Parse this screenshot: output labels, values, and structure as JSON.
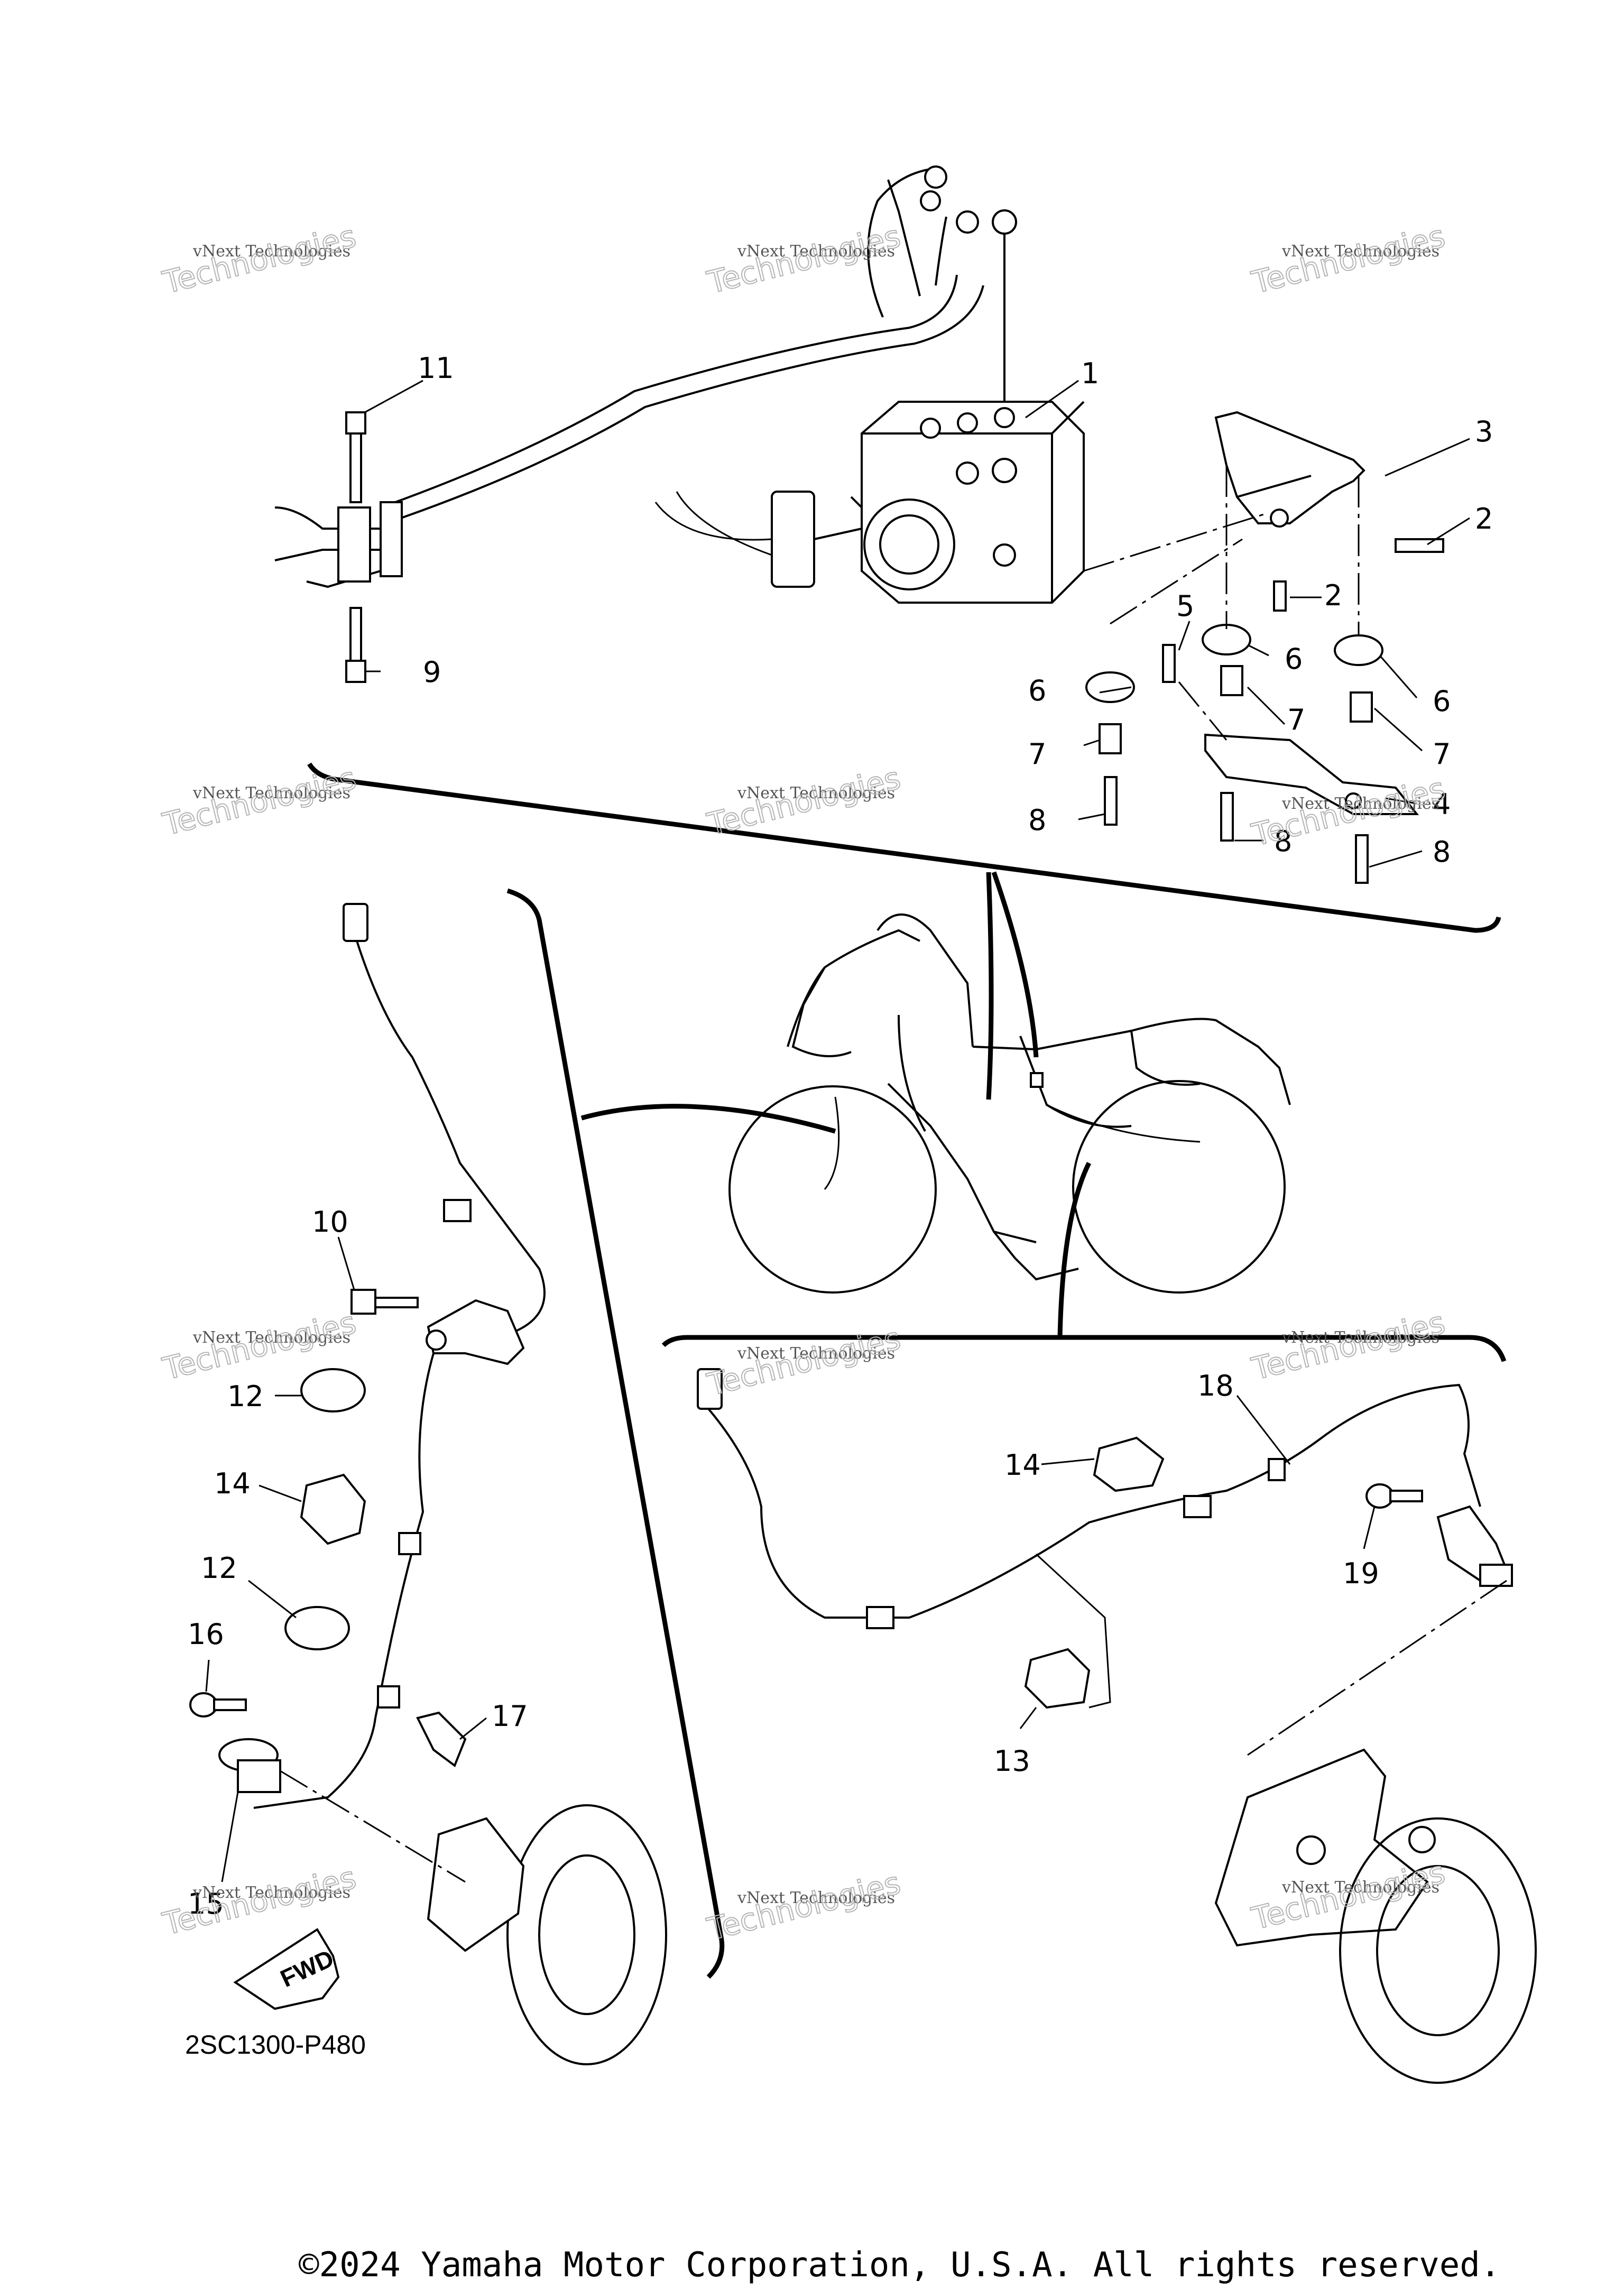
{
  "diagram_code": "2SC1300-P480",
  "fwd_label": "FWD",
  "copyright": "©2024 Yamaha Motor Corporation, U.S.A. All rights reserved.",
  "watermark": {
    "line1": "vNext Technologies",
    "line2": "Technologies"
  },
  "callouts": {
    "c1": "1",
    "c2a": "2",
    "c2b": "2",
    "c3": "3",
    "c4": "4",
    "c5": "5",
    "c6a": "6",
    "c6b": "6",
    "c6c": "6",
    "c7a": "7",
    "c7b": "7",
    "c7c": "7",
    "c8a": "8",
    "c8b": "8",
    "c8c": "8",
    "c9": "9",
    "c10": "10",
    "c11": "11",
    "c12a": "12",
    "c12b": "12",
    "c13": "13",
    "c14a": "14",
    "c14b": "14",
    "c15": "15",
    "c16": "16",
    "c17": "17",
    "c18": "18",
    "c19": "19"
  }
}
